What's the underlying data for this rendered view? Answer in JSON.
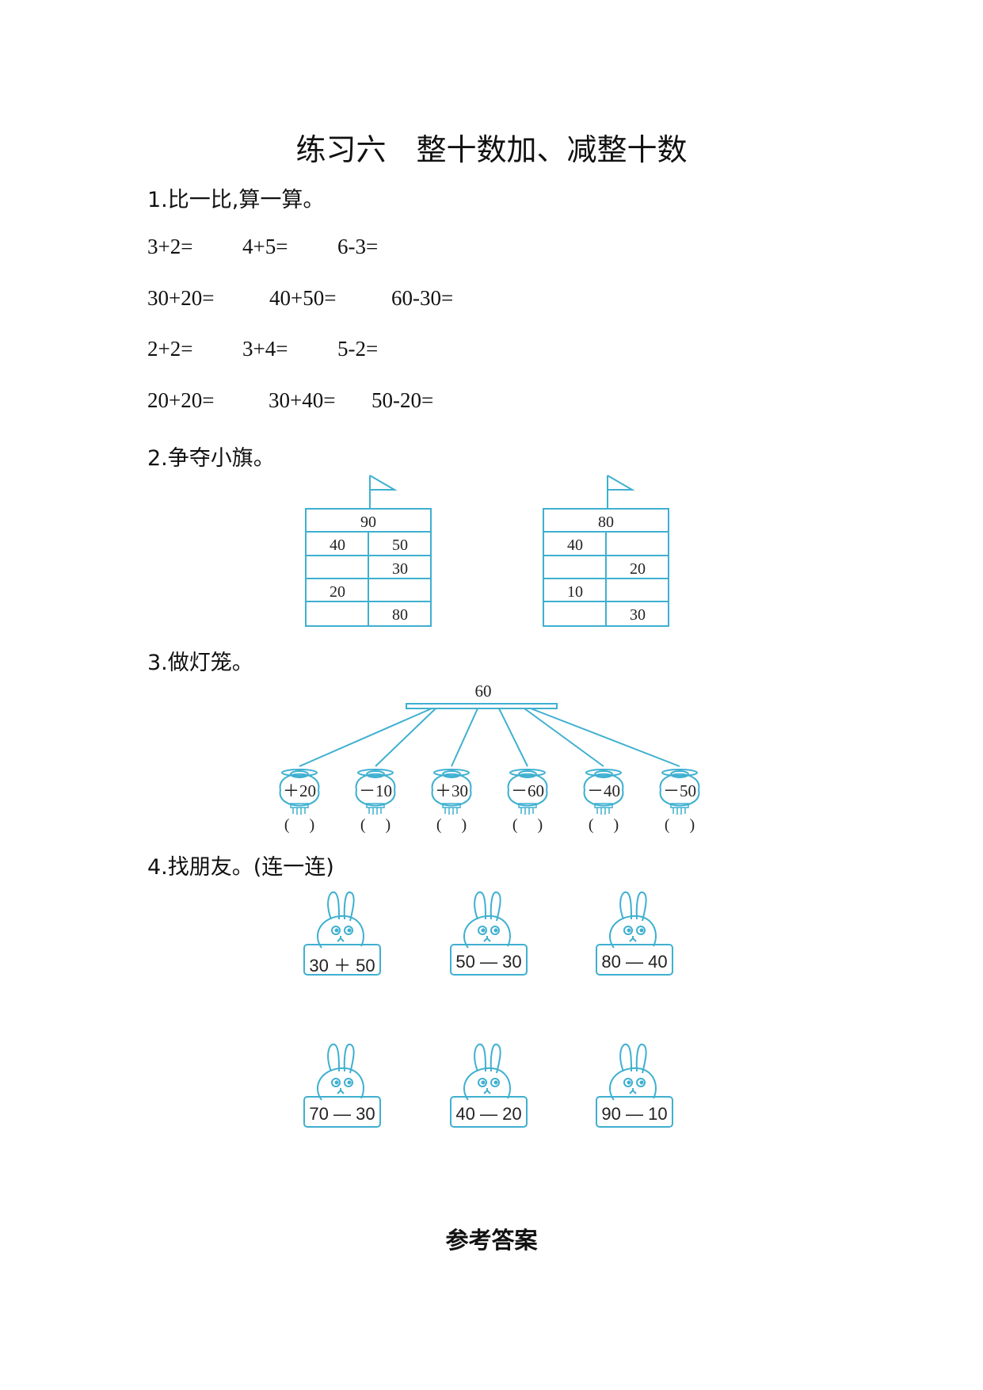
{
  "title": "练习六　整十数加、减整十数",
  "section1": {
    "heading": "1.比一比,算一算。",
    "rows": [
      [
        "3+2=",
        "4+5=",
        "6-3="
      ],
      [
        "30+20=",
        "40+50=",
        "60-30="
      ],
      [
        "2+2=",
        "3+4=",
        "5-2="
      ],
      [
        "20+20=",
        "30+40=",
        "50-20="
      ]
    ]
  },
  "section2": {
    "heading": "2.争夺小旗。",
    "flags": [
      {
        "top": "90",
        "cells": [
          [
            "40",
            "50"
          ],
          [
            "",
            "30"
          ],
          [
            "20",
            ""
          ],
          [
            "",
            "80"
          ]
        ]
      },
      {
        "top": "80",
        "cells": [
          [
            "40",
            ""
          ],
          [
            "",
            "20"
          ],
          [
            "10",
            ""
          ],
          [
            "",
            "30"
          ]
        ]
      }
    ]
  },
  "section3": {
    "heading": "3.做灯笼。",
    "top_number": "60",
    "lanterns": [
      "＋20",
      "－10",
      "＋30",
      "－60",
      "－40",
      "－50"
    ],
    "blank": "(　 )"
  },
  "section4": {
    "heading": "4.找朋友。(连一连)",
    "rabbits_top": [
      "30 ＋ 50",
      "50 — 30",
      "80 — 40"
    ],
    "rabbits_bottom": [
      "70 — 30",
      "40 — 20",
      "90 — 10"
    ]
  },
  "answer_heading": "参考答案",
  "colors": {
    "accent": "#3fb0d0",
    "text": "#111111"
  }
}
